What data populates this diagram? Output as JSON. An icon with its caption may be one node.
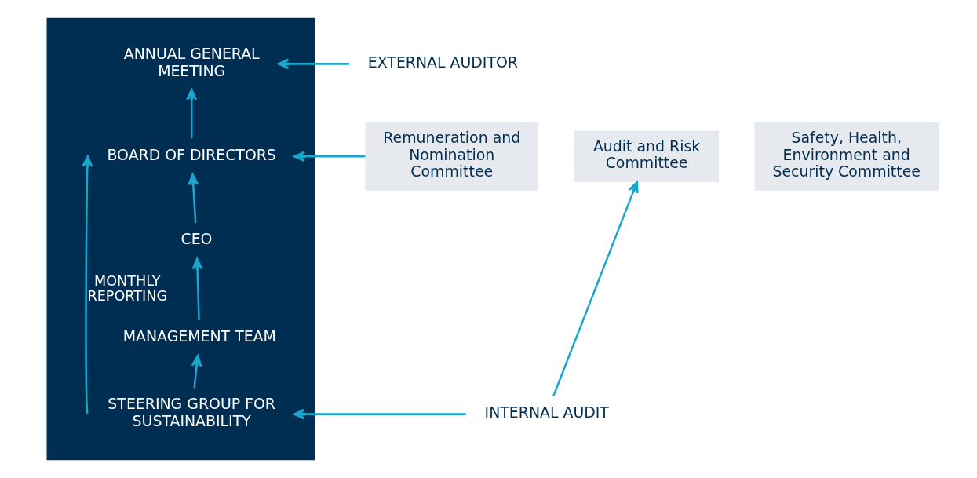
{
  "diagram": {
    "nodes": [
      {
        "text": [],
        "shape": "box"
      },
      {
        "text": [
          "ANNUAL GENERAL MEETING"
        ],
        "in": 0
      },
      {
        "text": [
          "BOARD OF DIRECTORS"
        ],
        "in": 0
      },
      {
        "text": [
          "CEO"
        ],
        "in": 0
      },
      {
        "text": [
          "MANAGEMENT TEAM"
        ],
        "in": 0
      },
      {
        "text": [
          "STEERING GROUP FOR SUSTAINABILITY"
        ],
        "in": 0
      },
      {
        "text": [
          "EXTERNAL AUDITOR"
        ]
      },
      {
        "text": [
          "Remuneration and Nomination Committee"
        ]
      },
      {
        "text": [
          "Audit and Risk Committee"
        ]
      },
      {
        "text": [
          "Safety, Health, Environment and Security Committee"
        ]
      },
      {
        "text": [
          "INTERNAL AUDIT"
        ]
      }
    ],
    "edges": [
      {
        "from": 5,
        "to": 4,
        "arrow": "to"
      },
      {
        "from": 4,
        "to": 3,
        "arrow": "to"
      },
      {
        "from": 3,
        "to": 2,
        "arrow": "to"
      },
      {
        "from": 2,
        "to": 1,
        "arrow": "to"
      },
      {
        "from": 6,
        "to": 1,
        "arrow": "to"
      },
      {
        "from": 7,
        "to": 2,
        "arrow": "to"
      },
      {
        "from": 10,
        "to": 5,
        "arrow": "to"
      },
      {
        "from": 10,
        "to": 8,
        "arrow": "to"
      },
      {
        "from": 5,
        "to": 2,
        "arrow": "to",
        "label": "MONTHLY REPORTING"
      }
    ]
  }
}
